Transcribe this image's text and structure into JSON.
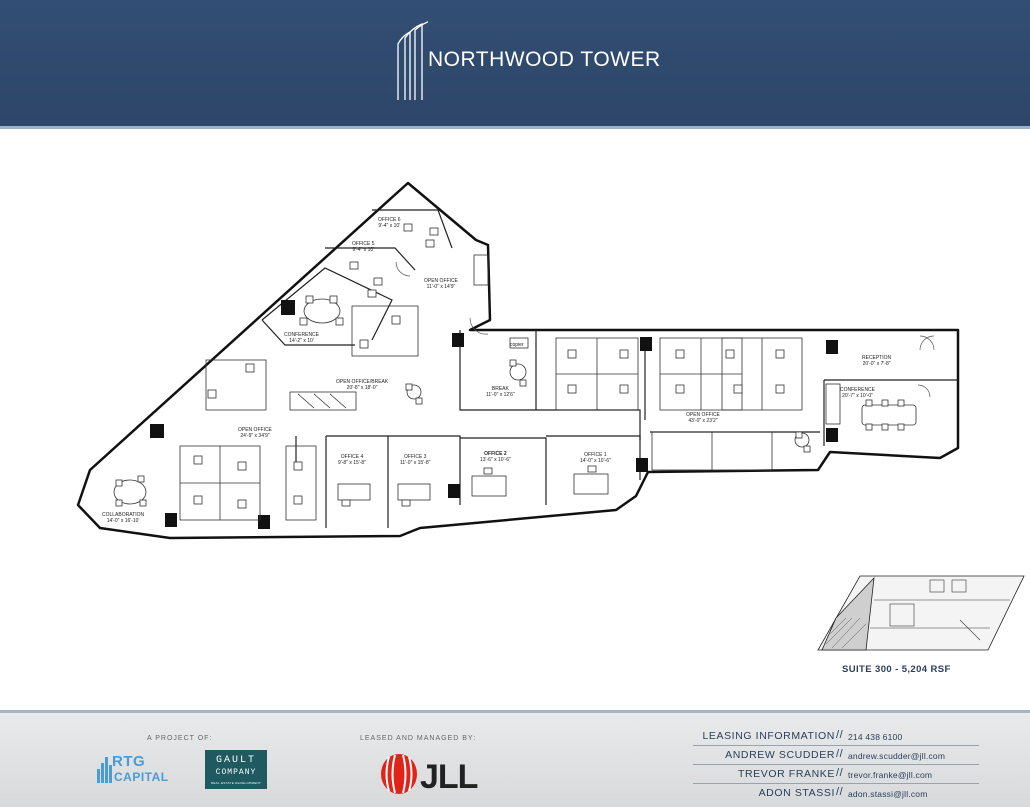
{
  "header": {
    "title": "NORTHWOOD TOWER"
  },
  "rooms": {
    "office6": {
      "name": "OFFICE 6",
      "dims": "9'-4\" x 10'"
    },
    "office5": {
      "name": "OFFICE 5",
      "dims": "9'-4\" x 10'"
    },
    "open_office_top": {
      "name": "OPEN OFFICE",
      "dims": "11'-0\" x 14'9\""
    },
    "conference_left": {
      "name": "CONFERENCE",
      "dims": "14'-2\" x 10'"
    },
    "copier": {
      "name": "copier"
    },
    "break": {
      "name": "BREAK",
      "dims": "11'-0\" x 12'6\""
    },
    "open_office_break": {
      "name": "OPEN OFFICE/BREAK",
      "dims": "20'-8\" x 18'-0\""
    },
    "open_office_left": {
      "name": "OPEN OFFICE",
      "dims": "24'-9\" x 34'9\""
    },
    "office4": {
      "name": "OFFICE 4",
      "dims": "9'-8\" x 15'-8\""
    },
    "office3": {
      "name": "OFFICE 3",
      "dims": "11'-0\" x 15'-8\""
    },
    "office2": {
      "name": "OFFICE 2",
      "dims": "13'-6\" x 10'-6\""
    },
    "office1": {
      "name": "OFFICE 1",
      "dims": "14'-0\" x 10'-6\""
    },
    "open_office_right": {
      "name": "OPEN OFFICE",
      "dims": "43'-0\" x 23'2\""
    },
    "reception": {
      "name": "RECEPTION",
      "dims": "20'-0\" x 7'-8\""
    },
    "conference_right": {
      "name": "CONFERENCE",
      "dims": "20'-7\" x 10'-0\""
    },
    "collaboration": {
      "name": "COLLABORATION",
      "dims": "14'-0\" x 16'-10'"
    }
  },
  "keyplan": {
    "suite_label": "SUITE 300 - 5,204 RSF"
  },
  "footer": {
    "project_of": "A PROJECT OF:",
    "rtg_line1": "RTG",
    "rtg_line2": "CAPITAL",
    "gault_line1": "GAULT",
    "gault_line2": "COMPANY",
    "gault_tagline": "REAL ESTATE DEVELOPMENT",
    "leased_by": "LEASED AND MANAGED BY:",
    "jll": "JLL",
    "contacts": [
      {
        "name": "LEASING INFORMATION",
        "value": "214 438 6100"
      },
      {
        "name": "ANDREW SCUDDER",
        "value": "andrew.scudder@jll.com"
      },
      {
        "name": "TREVOR FRANKE",
        "value": "trevor.franke@jll.com"
      },
      {
        "name": "ADON STASSI",
        "value": "adon.stassi@jll.com"
      }
    ]
  },
  "colors": {
    "header_bg": "#2d4669",
    "accent": "#2a3e5c",
    "rtg_blue": "#4a9bd6",
    "gault_green": "#1f5a61",
    "jll_red": "#e2231a"
  }
}
